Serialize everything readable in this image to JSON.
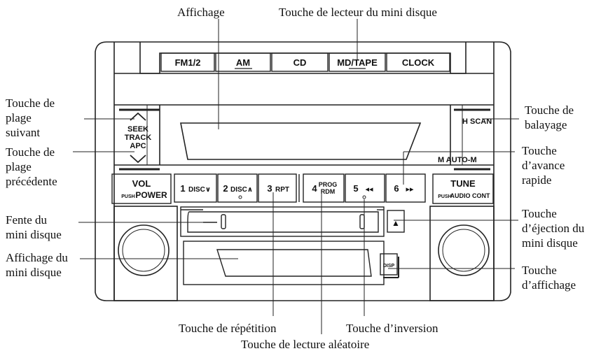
{
  "panel": {
    "buttons": {
      "fm": "FM1/2",
      "am": "AM",
      "cd": "CD",
      "md_tape": "MD/TAPE",
      "clock": "CLOCK",
      "h_scan": "H SCAN",
      "m_auto": "M AUTO-M",
      "seek": [
        "SEEK",
        "TRACK",
        "APC"
      ],
      "vol": "VOL",
      "push_power_small": "PUSH",
      "push_power": "POWER",
      "tune": "TUNE",
      "tune_push": "PUSH",
      "tune_audio": "AUDIO CONT",
      "preset1_num": "1",
      "preset1_txt": "DISC∨",
      "preset2_num": "2",
      "preset2_txt": "DISC∧",
      "preset3_num": "3",
      "preset3_txt": "RPT",
      "preset4_num": "4",
      "preset4_txt_a": "PROG",
      "preset4_txt_b": "RDM",
      "preset5_num": "5",
      "preset5_txt": "◂◂",
      "preset6_num": "6",
      "preset6_txt": "▸▸",
      "eject": "▲",
      "disp": "DISP"
    }
  },
  "callouts": {
    "affichage": "Affichage",
    "touche_lecteur_md": "Touche de lecteur du mini disque",
    "plage_suivant": "Touche de\nplage\nsuivant",
    "plage_precedente": "Touche de\nplage\nprécédente",
    "balayage": "Touche de\nbalayage",
    "avance_rapide": "Touche\nd’avance\nrapide",
    "fente_md": "Fente du\nmini disque",
    "affichage_md": "Affichage du\nmini disque",
    "ejection_md": "Touche\nd’éjection du\nmini disque",
    "touche_affichage": "Touche\nd’affichage",
    "repetition": "Touche de répétition",
    "inversion": "Touche d’inversion",
    "lecture_aleatoire": "Touche de lecture aléatoire"
  }
}
